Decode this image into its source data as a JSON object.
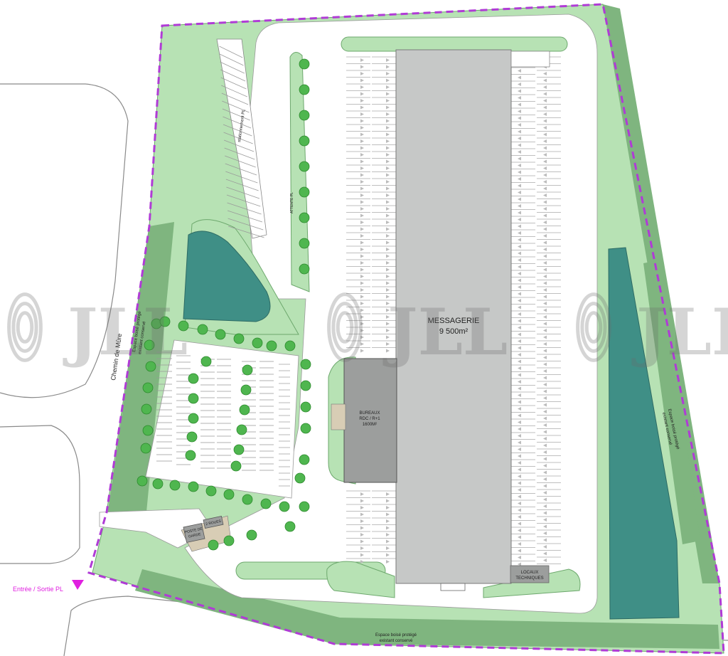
{
  "labels": {
    "main_building_name": "MESSAGERIE",
    "main_building_area": "9 500m²",
    "offices_line1": "BUREAUX",
    "offices_line2": "RDC / R+1",
    "offices_line3": "1600M²",
    "local_technique_line1": "LOCAUX",
    "local_technique_line2": "TECHNIQUES",
    "guard_post_line1": "POSTE DE",
    "guard_post_line2": "GARDE",
    "two_wheels": "2 ROUES",
    "road_name": "Chemin de Mûre",
    "entrance": "Entrée / Sortie PL",
    "protected_wood_1_line1": "Espace boisé protégé",
    "protected_wood_1_line2": "existant conservé",
    "protected_wood_2_line1": "Espace boisé protégé",
    "protected_wood_2_line2": "existant conservé",
    "protected_wood_3_line1": "Espace boisé protégé",
    "protected_wood_3_line2": "existant conservé",
    "truck_parking": "stationnement PL",
    "waiting_area": "ATTENTE PL"
  },
  "watermark": {
    "text": "JLL"
  },
  "colors": {
    "green_space": "#b7e2b4",
    "green_outline": "#6da86d",
    "wooded_strip": "#7fb57f",
    "water_basin": "#3f8f86",
    "building": "#c6c8c7",
    "boundary": "#b03bd6",
    "entrance_marker": "#e020e0",
    "tree": "#4fb64f",
    "road_outline": "#8a8a8a"
  }
}
